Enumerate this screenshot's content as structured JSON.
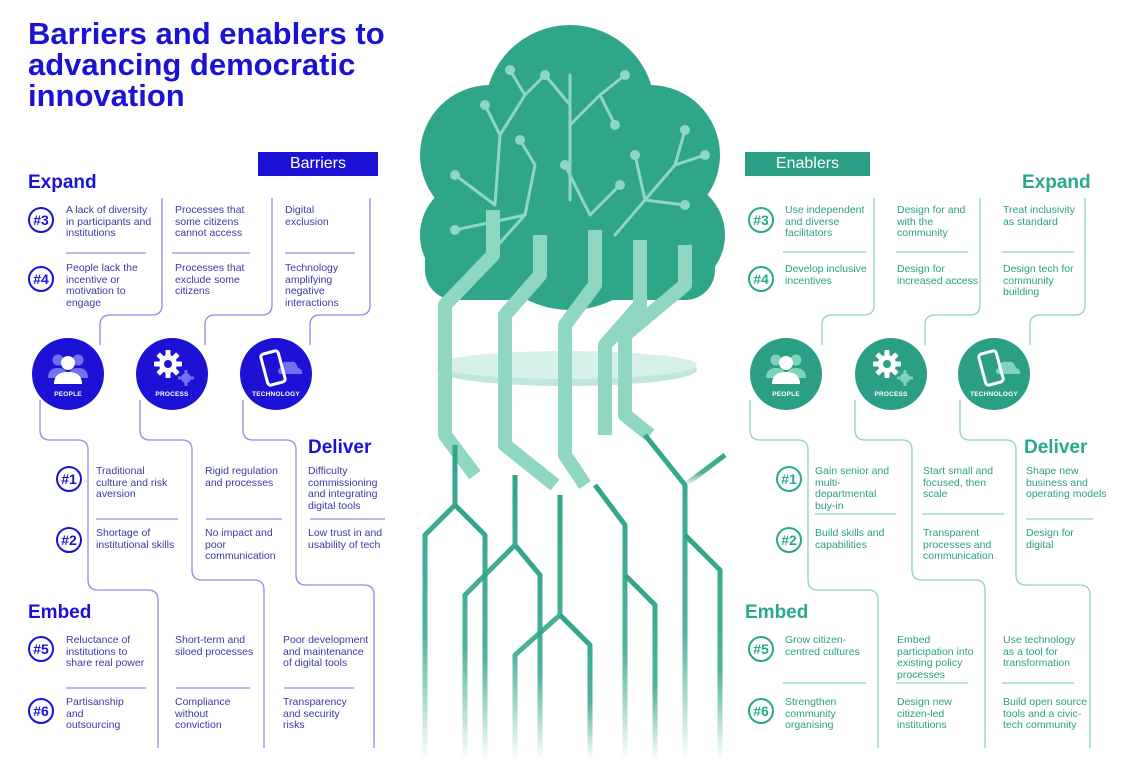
{
  "title": "Barriers and enablers to advancing democratic innovation",
  "colors": {
    "barrier": "#1b12d6",
    "enabler": "#2a9f86",
    "tree": "#2fa58a"
  },
  "barriers": {
    "banner": "Barriers",
    "expand": {
      "heading": "Expand",
      "row3": {
        "num": "#3",
        "people": "A lack of diversity in participants and institutions",
        "process": "Processes that some citizens cannot access",
        "technology": "Digital exclusion"
      },
      "row4": {
        "num": "#4",
        "people": "People lack the incentive or motivation to engage",
        "process": "Processes that exclude some citizens",
        "technology": "Technology amplifying negative interactions"
      }
    },
    "circles": {
      "people": "PEOPLE",
      "process": "PROCESS",
      "technology": "TECHNOLOGY"
    },
    "deliver": {
      "heading": "Deliver",
      "row1": {
        "num": "#1",
        "people": "Traditional culture and risk aversion",
        "process": "Rigid regulation and processes",
        "technology": "Difficulty commissioning and integrating digital tools"
      },
      "row2": {
        "num": "#2",
        "people": "Shortage of institutional skills",
        "process": "No impact and poor communication",
        "technology": "Low trust in and usability of tech"
      }
    },
    "embed": {
      "heading": "Embed",
      "row5": {
        "num": "#5",
        "people": "Reluctance of institutions to share real power",
        "process": "Short-term and siloed processes",
        "technology": "Poor development and maintenance of digital tools"
      },
      "row6": {
        "num": "#6",
        "people": "Partisanship and outsourcing",
        "process": "Compliance without conviction",
        "technology": "Transparency and security risks"
      }
    }
  },
  "enablers": {
    "banner": "Enablers",
    "expand": {
      "heading": "Expand",
      "row3": {
        "num": "#3",
        "people": "Use independent and diverse facilitators",
        "process": "Design for and with the community",
        "technology": "Treat inclusivity as standard"
      },
      "row4": {
        "num": "#4",
        "people": "Develop inclusive incentives",
        "process": "Design for increased access",
        "technology": "Design tech for community building"
      }
    },
    "circles": {
      "people": "PEOPLE",
      "process": "PROCESS",
      "technology": "TECHNOLOGY"
    },
    "deliver": {
      "heading": "Deliver",
      "row1": {
        "num": "#1",
        "people": "Gain senior and multi-departmental buy-in",
        "process": "Start small and focused, then scale",
        "technology": "Shape new business and operating models"
      },
      "row2": {
        "num": "#2",
        "people": "Build skills and capabilities",
        "process": "Transparent processes and communication",
        "technology": "Design for digital"
      }
    },
    "embed": {
      "heading": "Embed",
      "row5": {
        "num": "#5",
        "people": "Grow citizen-centred cultures",
        "process": "Embed participation into existing policy processes",
        "technology": "Use technology as a tool for transformation"
      },
      "row6": {
        "num": "#6",
        "people": "Strengthen community organising",
        "process": "Design new citizen-led institutions",
        "technology": "Build open source tools and a civic-tech community"
      }
    }
  },
  "icons": [
    "people-icon",
    "gear-icon",
    "smartphone-cloud-icon",
    "tree-illustration"
  ]
}
